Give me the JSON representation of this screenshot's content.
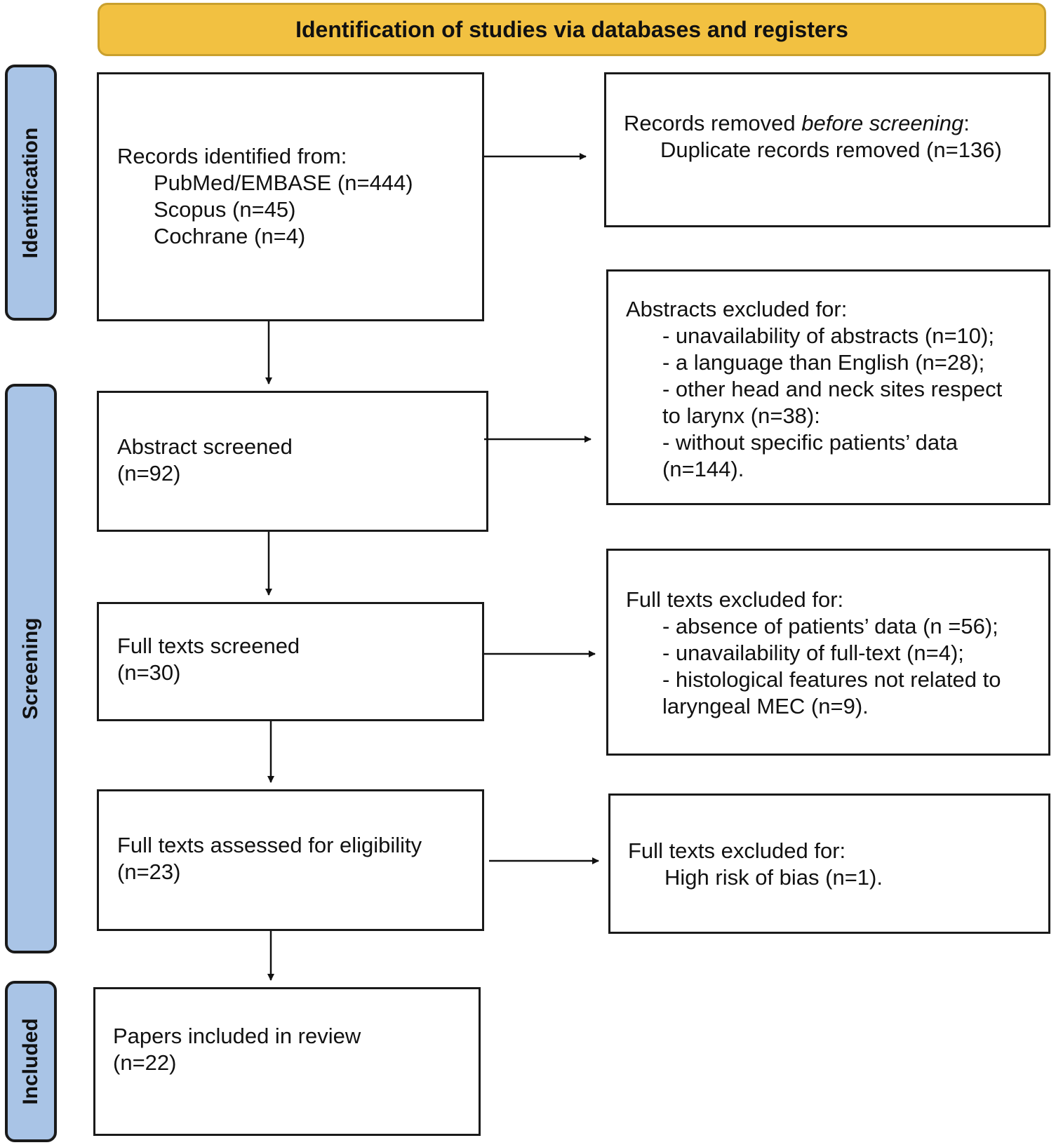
{
  "header": {
    "title": "Identification of studies via databases and registers"
  },
  "stages": {
    "identification": "Identification",
    "screening": "Screening",
    "included": "Included"
  },
  "records_identified": {
    "heading": "Records identified from:",
    "lines": [
      "PubMed/EMBASE (n=444)",
      "Scopus (n=45)",
      "Cochrane (n=4)"
    ]
  },
  "records_removed": {
    "heading_pre": "Records removed ",
    "heading_em": "before screening",
    "heading_post": ":",
    "line": "Duplicate records removed (n=136)"
  },
  "abstract_screened": {
    "label": "Abstract screened",
    "count": "(n=92)"
  },
  "abstracts_excluded": {
    "heading": "Abstracts excluded for:",
    "lines": [
      "- unavailability of abstracts (n=10);",
      "- a language than English (n=28);",
      "- other head and neck sites respect",
      "to larynx (n=38):",
      "- without specific patients’ data",
      "(n=144)."
    ]
  },
  "full_texts_screened": {
    "label": "Full texts screened",
    "count": "(n=30)"
  },
  "full_texts_excluded_1": {
    "heading": "Full texts excluded for:",
    "lines": [
      "- absence of patients’ data (n =56);",
      "- unavailability of full-text (n=4);",
      "- histological features not related to",
      "laryngeal MEC (n=9)."
    ]
  },
  "eligibility": {
    "label": "Full texts assessed for eligibility",
    "count": "(n=23)"
  },
  "full_texts_excluded_2": {
    "heading": "Full texts excluded for:",
    "line": "High risk of bias (n=1)."
  },
  "included": {
    "label": "Papers included in review",
    "count": "(n=22)"
  },
  "colors": {
    "header": "#F2C141",
    "stage": "#A9C4E6",
    "border": "#1a1a1a"
  }
}
